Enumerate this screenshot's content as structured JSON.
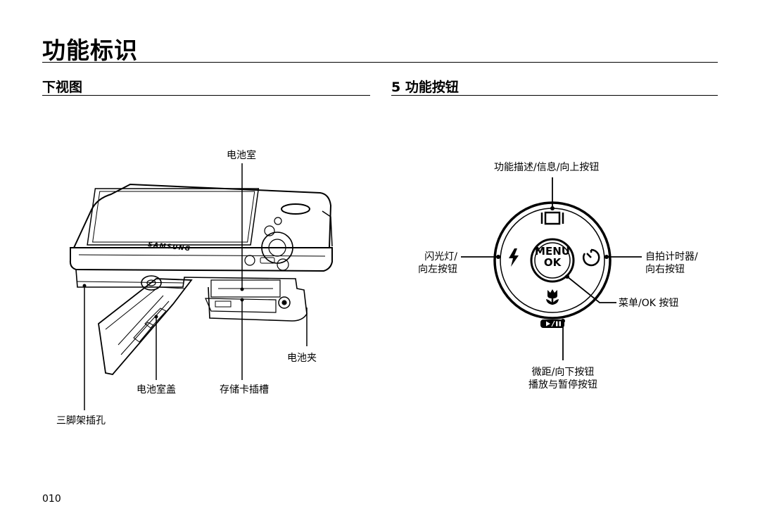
{
  "page_title": "功能标识",
  "left_section": {
    "heading": "下视图",
    "labels": {
      "battery_chamber": "电池室",
      "battery_holder": "电池夹",
      "battery_cover": "电池室盖",
      "memory_slot": "存储卡插槽",
      "tripod_socket": "三脚架插孔"
    },
    "camera_brand": "SAMSUNG"
  },
  "right_section": {
    "heading": "5 功能按钮",
    "button_text": {
      "menu": "MENU",
      "ok": "OK"
    },
    "labels": {
      "up_line1": "功能描述/信息/向上按钮",
      "left_line1": "闪光灯/",
      "left_line2": "向左按钮",
      "right_line1": "自拍计时器/",
      "right_line2": "向右按钮",
      "ok": "菜单/OK 按钮",
      "down_line1": "微距/向下按钮",
      "down_line2": "播放与暂停按钮"
    },
    "icons": [
      "display-icon",
      "flash-icon",
      "self-timer-icon",
      "macro-icon",
      "play-pause-icon"
    ]
  },
  "page_number": "010"
}
